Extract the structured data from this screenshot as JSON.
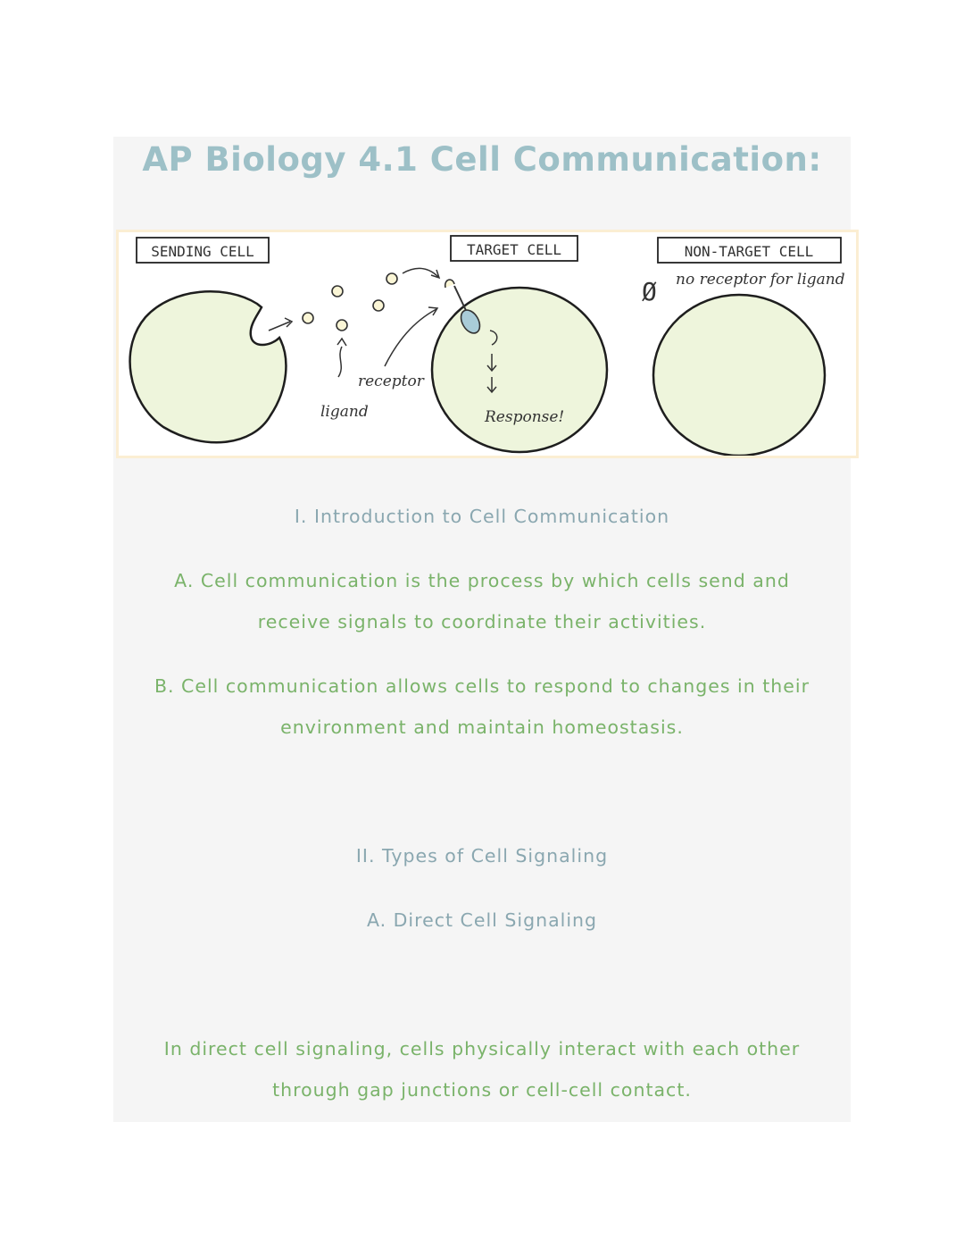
{
  "document": {
    "title": "AP Biology 4.1 Cell Communication:",
    "diagram": {
      "labels": {
        "sending_cell": "SENDING CELL",
        "target_cell": "TARGET CELL",
        "non_target_cell": "NON-TARGET CELL",
        "no_receptor": "no receptor for ligand",
        "null_symbol": "Ø",
        "receptor": "receptor",
        "ligand": "ligand",
        "response": "Response!"
      },
      "colors": {
        "cell_fill": "#eef5dc",
        "ligand_fill": "#fbf6d6",
        "receptor_fill": "#a9ccd8",
        "frame_border": "#fbeed3"
      }
    },
    "sections": [
      {
        "heading": "I. Introduction to Cell Communication",
        "point_a_line1": "A. Cell communication is the process by which cells send and",
        "point_a_line2": "receive signals to coordinate their activities.",
        "point_b_line1": "B. Cell communication allows cells to respond to changes in their",
        "point_b_line2": "environment and maintain homeostasis."
      },
      {
        "heading": "II. Types of Cell Signaling",
        "subheading": "A. Direct Cell Signaling",
        "para_line1": "In direct cell signaling, cells physically interact with each other",
        "para_line2": "through gap junctions or cell-cell contact."
      }
    ],
    "colors": {
      "title": "#9dc0c7",
      "body_text": "#7ab36a",
      "sheet_background": "#f5f5f5"
    }
  }
}
